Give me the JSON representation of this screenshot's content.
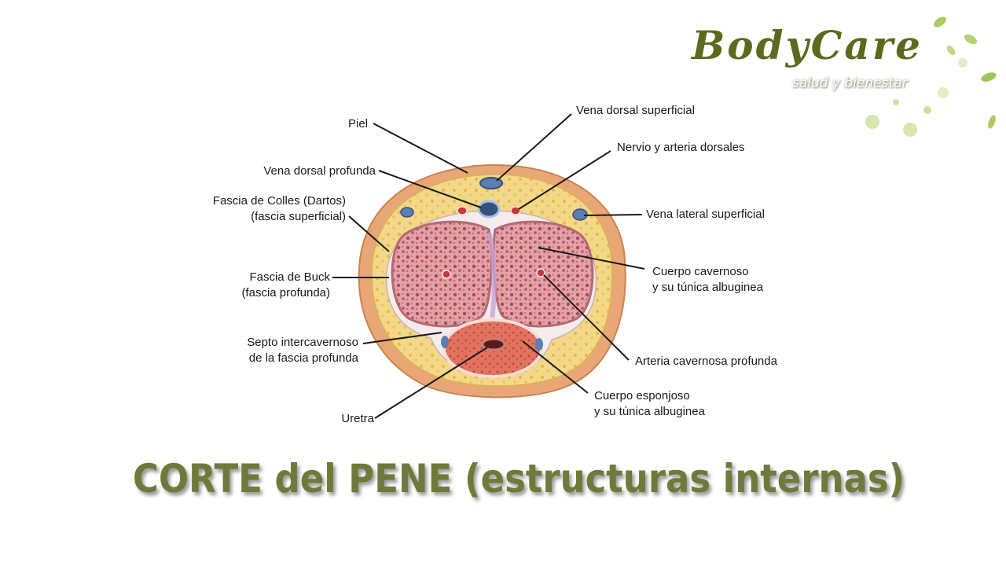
{
  "brand": {
    "name": "BodyCare",
    "tagline": "salud y bienestar"
  },
  "title": "CORTE del PENE (estructuras internas)",
  "labels": {
    "piel": "Piel",
    "vena_dorsal_profunda": "Vena dorsal profunda",
    "fascia_colles_1": "Fascia de Colles (Dartos)",
    "fascia_colles_2": "(fascia superficial)",
    "fascia_buck_1": "Fascia de Buck",
    "fascia_buck_2": "(fascia profunda)",
    "septo_1": "Septo intercavernoso",
    "septo_2": "de la fascia profunda",
    "uretra": "Uretra",
    "vena_dorsal_superficial": "Vena dorsal superficial",
    "nervio_arteria": "Nervio y arteria dorsales",
    "vena_lateral": "Vena lateral superficial",
    "cuerpo_cavernoso_1": "Cuerpo cavernoso",
    "cuerpo_cavernoso_2": "y su túnica albuginea",
    "arteria_cavernosa": "Arteria cavernosa profunda",
    "cuerpo_esponjoso_1": "Cuerpo esponjoso",
    "cuerpo_esponjoso_2": "y su túnica albuginea"
  },
  "colors": {
    "brand_green": "#5b6a1e",
    "title_green": "#6f7a3a",
    "skin": "#e9a777",
    "fat": "#f1d27a",
    "erectile": "#d98a8f",
    "spongy": "#de6e5f",
    "vein": "#5b7fb4",
    "artery": "#c23b3b"
  }
}
